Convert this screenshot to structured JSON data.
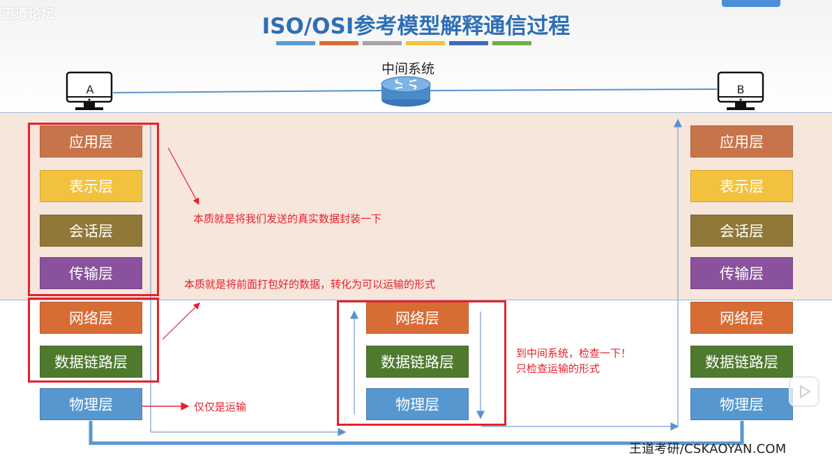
{
  "title": "ISO/OSI参考模型解释通信过程",
  "watermark_top": "王道论坛",
  "watermark_bottom": "王道考研/CSKAOYAN.COM",
  "intermediate_label": "中间系统",
  "host_a": "A",
  "host_b": "B",
  "layers": {
    "application": "应用层",
    "presentation": "表示层",
    "session": "会话层",
    "transport": "传输层",
    "network": "网络层",
    "datalink": "数据链路层",
    "physical": "物理层"
  },
  "notes": {
    "upper": "本质就是将我们发送的真实数据封装一下",
    "lower": "本质就是将前面打包好的数据，转化为可以运输的形式",
    "physical": "仅仅是运输",
    "middle_line1": "到中间系统，检查一下！",
    "middle_line2": "只检查运输的形式"
  },
  "colors": {
    "title": "#2e6fb5",
    "application": "#c8744a",
    "presentation": "#f2c23f",
    "session": "#8f7838",
    "transport": "#8a529d",
    "network": "#d86c35",
    "datalink": "#4f7a2e",
    "physical": "#5797cf",
    "annotation": "#e8202a",
    "link": "#5a92cc"
  }
}
